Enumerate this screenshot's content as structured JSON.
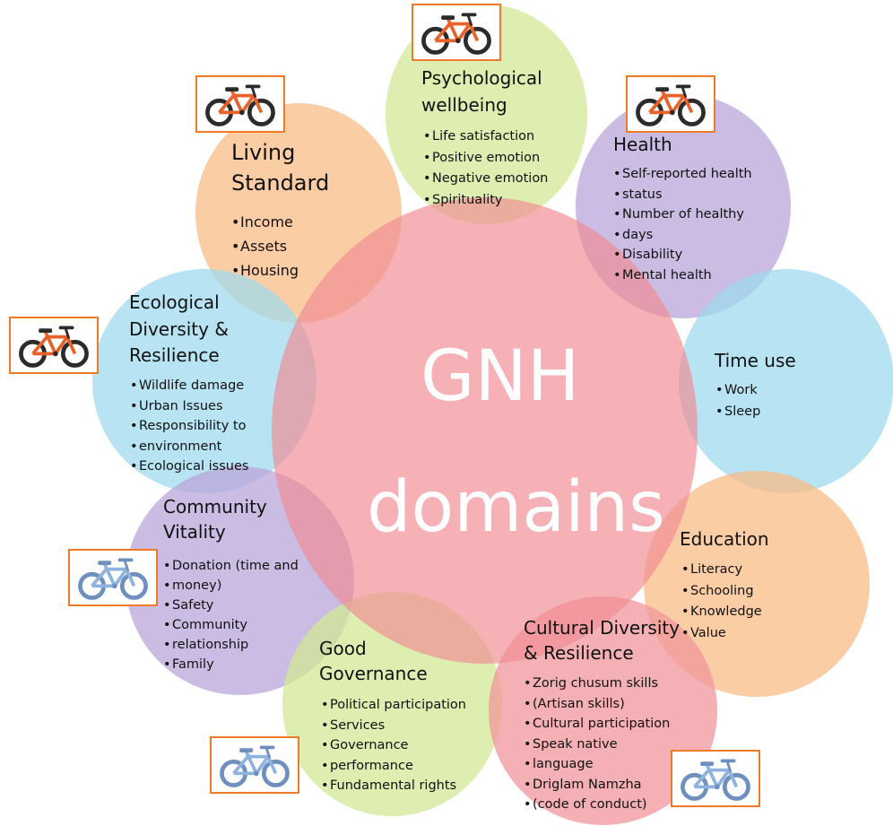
{
  "center": {
    "line1": "GNH",
    "line2": "domains"
  },
  "domains": {
    "psychological": {
      "title_l1": "Psychological",
      "title_l2": "wellbeing",
      "items": [
        "Life satisfaction",
        "Positive emotion",
        "Negative emotion",
        "Spirituality"
      ]
    },
    "health": {
      "title": "Health",
      "items": [
        "Self-reported health",
        "status",
        "Number of healthy",
        "days",
        "Disability",
        "Mental health"
      ]
    },
    "time_use": {
      "title": "Time use",
      "items": [
        "Work",
        "Sleep"
      ]
    },
    "education": {
      "title": "Education",
      "items": [
        "Literacy",
        "Schooling",
        "Knowledge",
        "Value"
      ]
    },
    "cultural": {
      "title_l1": "Cultural Diversity",
      "title_l2": "& Resilience",
      "items": [
        "Zorig chusum skills",
        "(Artisan skills)",
        "Cultural participation",
        "Speak native",
        "language",
        "Driglam Namzha",
        "(code of conduct)"
      ]
    },
    "governance": {
      "title_l1": "Good",
      "title_l2": "Governance",
      "items": [
        "Political participation",
        "Services",
        "Governance",
        "performance",
        "Fundamental rights"
      ]
    },
    "community": {
      "title_l1": "Community",
      "title_l2": "Vitality",
      "items": [
        "Donation (time and",
        "money)",
        "Safety",
        "Community",
        "relationship",
        "Family"
      ]
    },
    "ecological": {
      "title_l1": "Ecological",
      "title_l2": "Diversity &",
      "title_l3": "Resilience",
      "items": [
        "Wildlife damage",
        "Urban Issues",
        "Responsibility to",
        "environment",
        "Ecological issues"
      ]
    },
    "living": {
      "title_l1": "Living",
      "title_l2": "Standard",
      "items": [
        "Income",
        "Assets",
        "Housing"
      ]
    }
  },
  "colors": {
    "center": "#f2a0a5",
    "psychological": "#d5ea9c",
    "health": "#bda8dc",
    "time_use": "#a6dcee",
    "education": "#fbc08f",
    "cultural": "#f2a0a5",
    "governance": "#d5ea9c",
    "community": "#bda8dc",
    "ecological": "#a6dcee",
    "living": "#fbc08f",
    "bike_orange": "#e8622a",
    "bike_blue": "#8fb3df",
    "bike_border": "#f07a27"
  },
  "icons": [
    "bicycle-icon-orange",
    "bicycle-icon-blue"
  ]
}
